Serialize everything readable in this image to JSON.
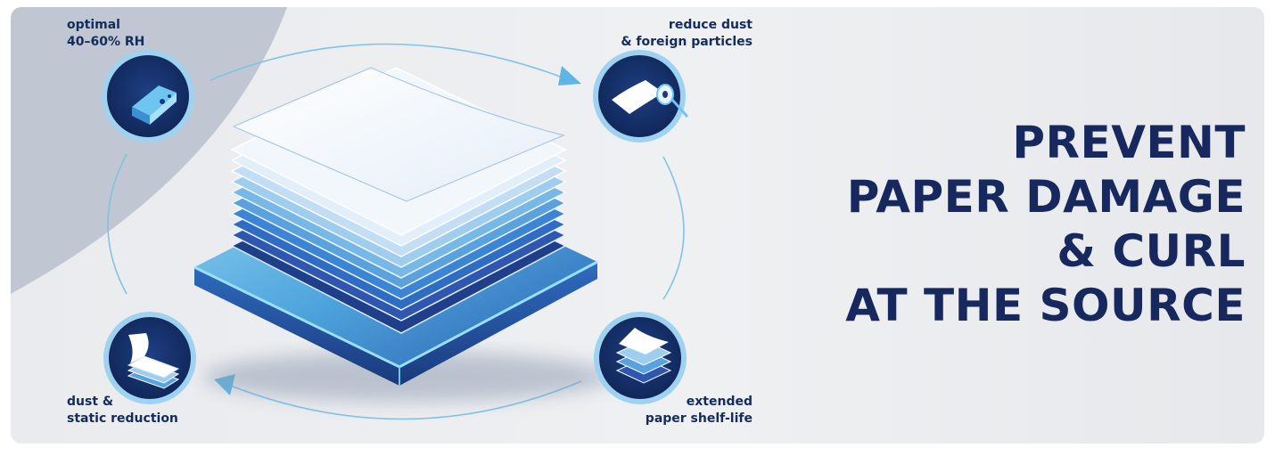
{
  "features": {
    "humidity": {
      "line1": "optimal",
      "line2": "40–60% RH",
      "icon": "humidifier-icon"
    },
    "dust": {
      "line1": "reduce dust",
      "line2": "& foreign particles",
      "icon": "paper-roll-icon"
    },
    "static": {
      "line1": "dust &",
      "line2": "static reduction",
      "icon": "paper-stack-icon"
    },
    "shelf_life": {
      "line1": "extended",
      "line2": "paper shelf-life",
      "icon": "layered-sheets-icon"
    }
  },
  "headline": {
    "line1": "PREVENT",
    "line2": "PAPER DAMAGE",
    "line3": "& CURL",
    "line4": "AT THE SOURCE"
  },
  "colors": {
    "navy": "#16285e",
    "light_blue": "#5bb6e6",
    "panel_background": "#eceef0"
  }
}
